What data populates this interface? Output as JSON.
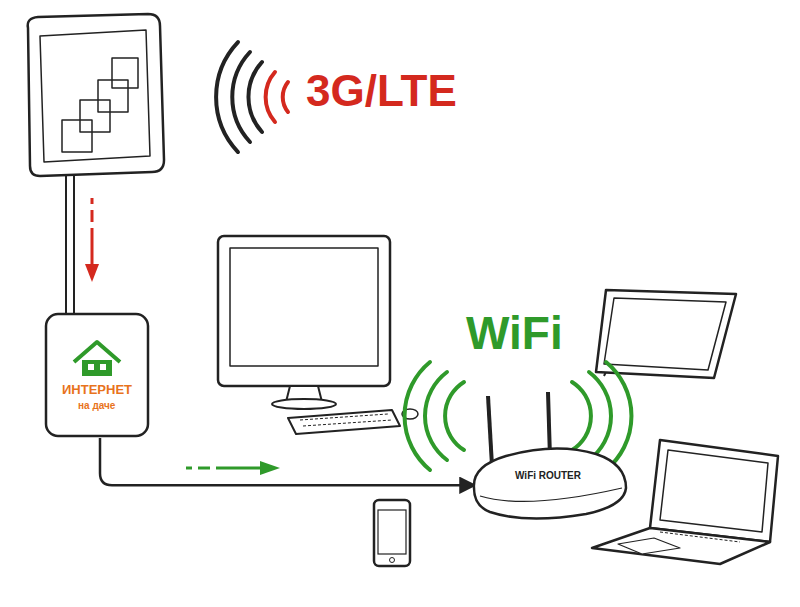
{
  "diagram": {
    "nodes": [
      {
        "text": [
          "ИНТЕРНЕТ",
          "на даче"
        ]
      },
      {
        "text": [
          "WiFi ROUTER"
        ]
      }
    ],
    "edges": [
      {
        "from": 0,
        "to": 1,
        "arrow": "to"
      }
    ],
    "labels": [
      "3G/LTE",
      "WiFi"
    ]
  }
}
